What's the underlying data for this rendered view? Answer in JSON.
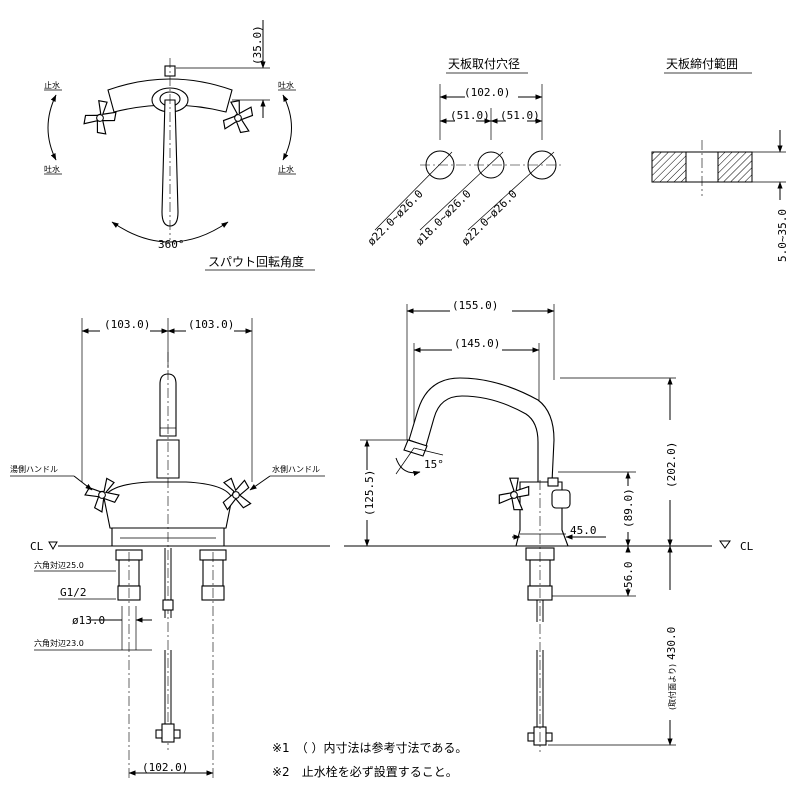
{
  "top_view": {
    "label_stop_left": "止水",
    "label_discharge_left": "吐水",
    "label_discharge_right": "吐水",
    "label_stop_right": "止水",
    "dim_height": "(35.0)",
    "rotation_angle": "360°",
    "caption": "スパウト回転角度"
  },
  "mount_hole": {
    "title": "天板取付穴径",
    "dim_total": "(102.0)",
    "dim_pitch_left": "(51.0)",
    "dim_pitch_right": "(51.0)",
    "hole_left": "ø22.0~ø26.0",
    "hole_center": "ø18.0~ø26.0",
    "hole_right": "ø22.0~ø26.0"
  },
  "mount_range": {
    "title": "天板締付範囲",
    "dim_thickness": "5.0~35.0"
  },
  "front_view": {
    "dim_left": "(103.0)",
    "dim_right": "(103.0)",
    "label_hot_handle": "湯側ハンドル",
    "label_cold_handle": "水側ハンドル",
    "cl_label": "CL",
    "hex_top": "六角対辺25.0",
    "thread": "G1/2",
    "diameter": "ø13.0",
    "hex_bottom": "六角対辺23.0",
    "dim_bottom": "(102.0)"
  },
  "side_view": {
    "dim_outer_reach": "(155.0)",
    "dim_inner_reach": "(145.0)",
    "dim_spout_height": "(125.5)",
    "angle": "15°",
    "dim_base_width": "45.0",
    "dim_total_height": "(202.0)",
    "dim_body_height": "(89.0)",
    "dim_below_top": "56.0",
    "dim_hose": "430.0",
    "hose_prefix": "(取付面より)",
    "cl_label": "CL"
  },
  "notes": {
    "note1": "※1　（ ）内寸法は参考寸法である。",
    "note2": "※2　止水栓を必ず設置すること。"
  }
}
